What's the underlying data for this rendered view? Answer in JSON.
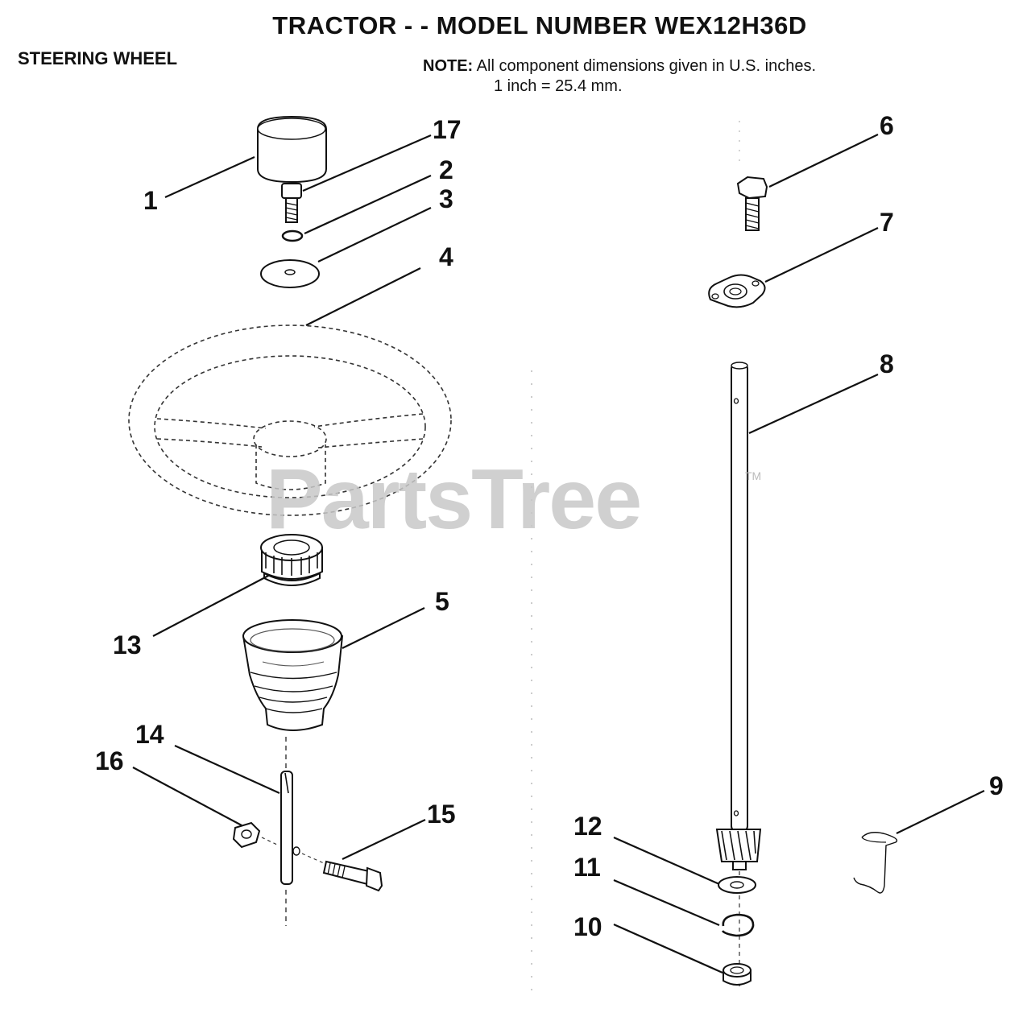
{
  "header": {
    "title": "TRACTOR - - MODEL NUMBER WEX12H36D",
    "section": "STEERING WHEEL",
    "note_label": "NOTE:",
    "note_line1": "All component dimensions given in U.S. inches.",
    "note_line2": "1 inch = 25.4 mm."
  },
  "watermark": {
    "text": "PartsTree",
    "tm": "TM"
  },
  "callouts": {
    "c1": "1",
    "c2": "2",
    "c3": "3",
    "c4": "4",
    "c5": "5",
    "c6": "6",
    "c7": "7",
    "c8": "8",
    "c9": "9",
    "c10": "10",
    "c11": "11",
    "c12": "12",
    "c13": "13",
    "c14": "14",
    "c15": "15",
    "c16": "16",
    "c17": "17"
  }
}
